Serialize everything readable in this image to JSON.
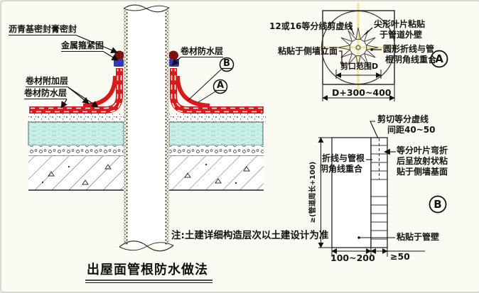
{
  "colors": {
    "membrane_red": "#d91a1a",
    "sealant_dark": "#7d1010",
    "clamp_blue": "#3538b2",
    "insulation_cyan": "#c9efe8",
    "centerline_yellow": "#ece79b"
  },
  "section": {
    "labels": {
      "sealant": "沥青基密封膏密封",
      "clamp": "金属箍紧固",
      "extra_layer": "卷材附加层",
      "membrane": "卷材防水层",
      "membrane_right": "卷材防水层"
    },
    "callout_b": "B",
    "callout_a": "A"
  },
  "detail_a": {
    "bubble": "A",
    "divisions": "12或16等分线剪虚线",
    "blades_1": "尖形叶片粘贴",
    "blades_2": "于管道外壁",
    "sidewall": "粘贴于侧墙立面",
    "foldline_1": "圆形折线与管",
    "foldline_2": "根阴角线重合",
    "cut_range": "剪口范围D",
    "dim_width": "D+300~400"
  },
  "detail_b": {
    "bubble": "B",
    "cut_1": "剪切等分虚线",
    "cut_2": "间距40~50",
    "blades_1": "等分叶片弯折",
    "blades_2": "后呈放射状粘",
    "blades_3": "贴于侧墙基面",
    "foldline_1": "折线与管根",
    "foldline_2": "阴角线重合",
    "paste": "粘贴于管壁",
    "dim_height": "≥(管道周长+100)",
    "dim_width": "100~200",
    "dim_right": "≥50"
  },
  "note": "注:土建详细构造层次以土建设计为准",
  "title": "出屋面管根防水做法"
}
